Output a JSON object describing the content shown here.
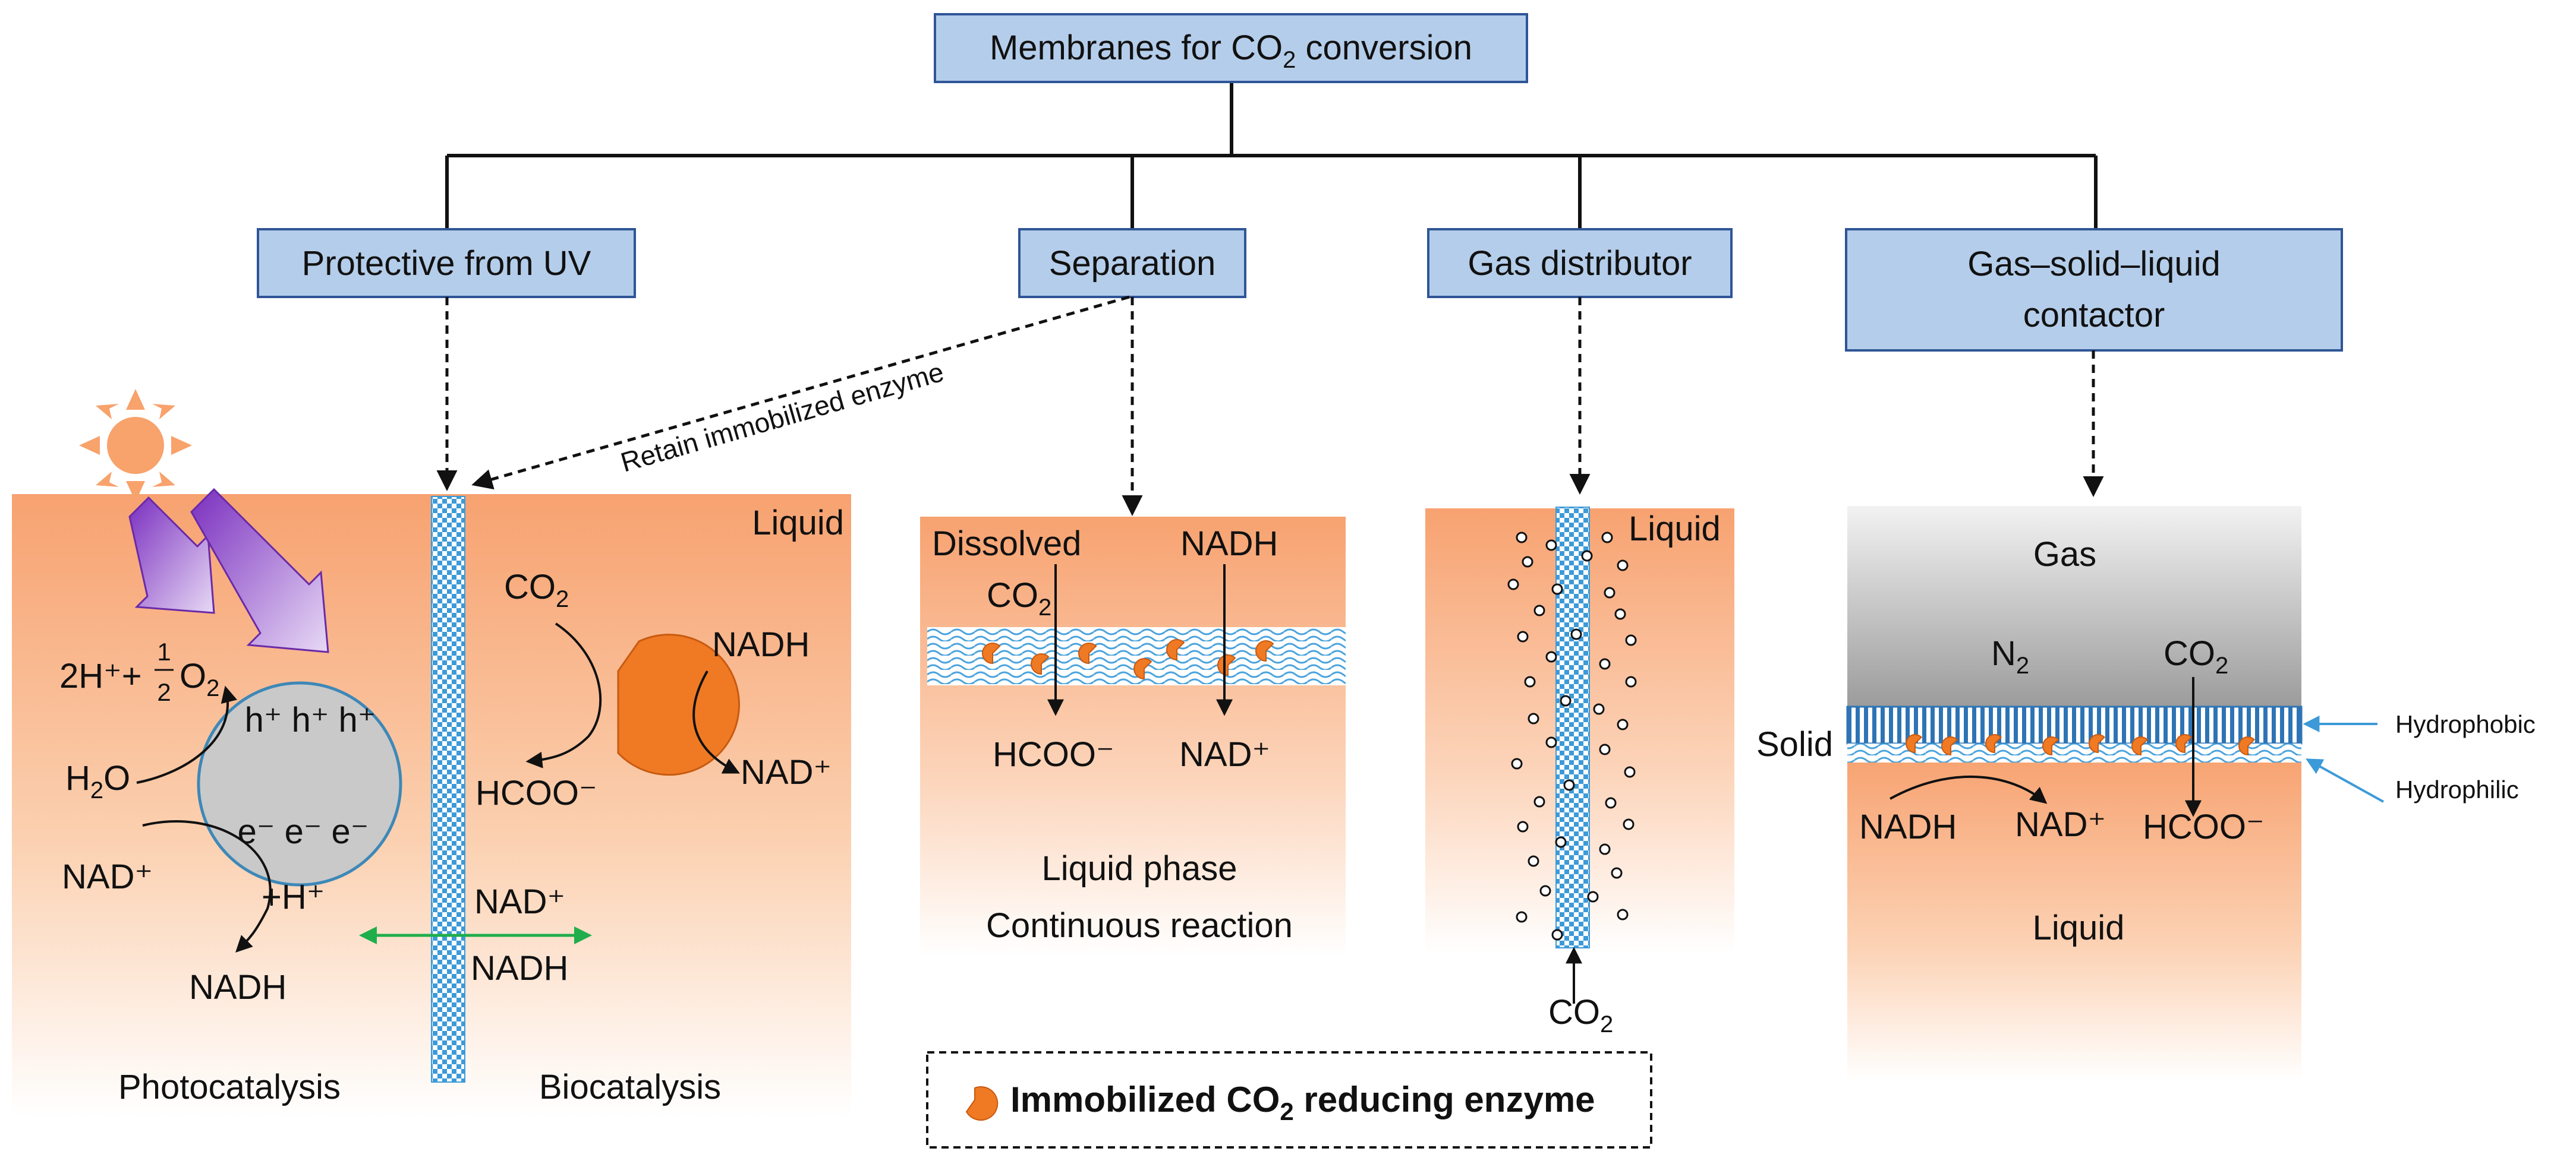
{
  "root": {
    "label_pre": "Membranes for CO",
    "label_sub": "2",
    "label_post": " conversion"
  },
  "categories": {
    "uv": "Protective from UV",
    "separation": "Separation",
    "gas_distributor": "Gas distributor",
    "contactor_line1": "Gas–solid–liquid",
    "contactor_line2": "contactor"
  },
  "retain_label": "Retain immobilized enzyme",
  "panel1": {
    "liquid": "Liquid",
    "h2o_pre": "H",
    "h2o_sub": "2",
    "h2o_post": "O",
    "holes": "h⁺ h⁺ h⁺",
    "electrons": "e⁻ e⁻ e⁻",
    "reaction_2h": "2H⁺+",
    "frac_num": "1",
    "frac_den": "2",
    "o2_pre": "O",
    "o2_sub": "2",
    "nad_plus": "NAD⁺",
    "plus_h": "+H⁺",
    "nadh": "NADH",
    "co2_pre": "CO",
    "co2_sub": "2",
    "bio_nadh": "NADH",
    "hcoo": "HCOO⁻",
    "bio_nad": "NAD⁺",
    "exchange_nad": "NAD⁺",
    "exchange_nadh": "NADH",
    "photocatalysis": "Photocatalysis",
    "biocatalysis": "Biocatalysis"
  },
  "panel2": {
    "dissolved": "Dissolved",
    "co2_pre": "CO",
    "co2_sub": "2",
    "nadh": "NADH",
    "hcoo": "HCOO⁻",
    "nad": "NAD⁺",
    "phase_line1": "Liquid phase",
    "phase_line2": "Continuous reaction"
  },
  "panel3": {
    "liquid": "Liquid",
    "co2_pre": "CO",
    "co2_sub": "2"
  },
  "panel4": {
    "gas": "Gas",
    "n2_pre": "N",
    "n2_sub": "2",
    "co2_pre": "CO",
    "co2_sub": "2",
    "solid": "Solid",
    "hydrophobic": "Hydrophobic",
    "hydrophilic": "Hydrophilic",
    "nadh": "NADH",
    "nad": "NAD⁺",
    "hcoo": "HCOO⁻",
    "liquid": "Liquid"
  },
  "legend": {
    "label_pre": "Immobilized CO",
    "label_sub": "2",
    "label_post": " reducing enzyme"
  },
  "colors": {
    "box_fill": "#b4cdea",
    "box_stroke": "#2f5597",
    "liquid_orange": "#f7a877",
    "enzyme": "#f07a24",
    "membrane_blue": "#3d9ad8",
    "exchange_arrow": "#1fae4b",
    "sun": "#f8a26c",
    "uv_arrow": "#8a3fc7",
    "catalyst": "#c9c9c9"
  }
}
